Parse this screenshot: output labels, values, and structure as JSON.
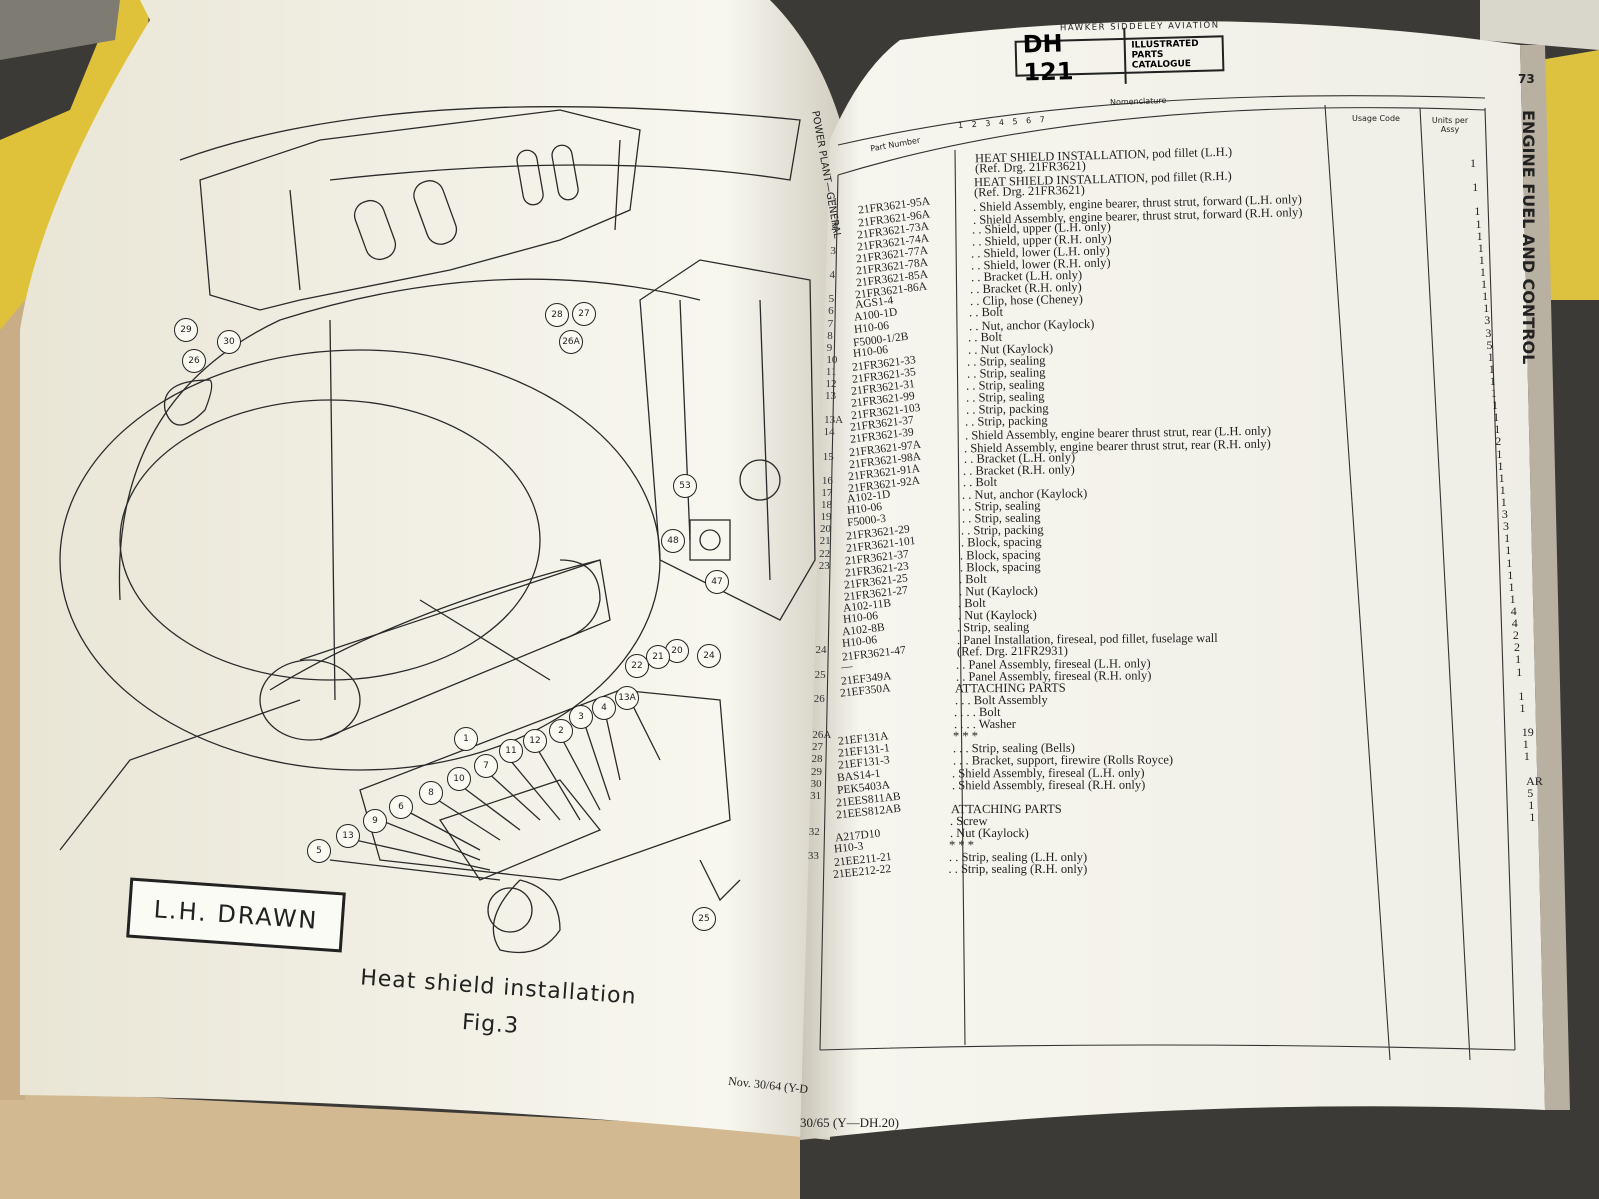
{
  "book": {
    "left_page": {
      "view_label": "L.H. DRAWN",
      "caption_line1": "Heat shield installation",
      "caption_line2": "Fig.3",
      "footer": "Nov. 30/64 (Y-D",
      "section_hint": "POWER PLANT—GENERAL"
    },
    "right_page": {
      "company": "HAWKER SIDDELEY AVIATION",
      "logo": "DH 121",
      "catalogue_title_1": "ILLUSTRATED",
      "catalogue_title_2": "PARTS CATALOGUE",
      "page_number": "73",
      "side_label": "ENGINE FUEL AND CONTROL",
      "col_part_number": "Part Number",
      "col_indent": "1 2 3 4 5 6 7",
      "col_nomenclature": "Nomenclature",
      "col_usage": "Usage Code",
      "col_units": "Units per Assy",
      "footer": "30/65 (Y—DH.20)"
    }
  },
  "parts": [
    {
      "fig": "",
      "part": "",
      "desc": "HEAT SHIELD INSTALLATION, pod fillet (L.H.)",
      "qty": "1"
    },
    {
      "fig": "",
      "part": "",
      "desc": "(Ref. Drg. 21FR3621)",
      "qty": ""
    },
    {
      "fig": "",
      "part": "",
      "desc": "HEAT SHIELD INSTALLATION, pod fillet (R.H.)",
      "qty": "1"
    },
    {
      "fig": "",
      "part": "",
      "desc": "(Ref. Drg. 21FR3621)",
      "qty": ""
    },
    {
      "fig": "1",
      "part": "21FR3621-95A",
      "desc": ". Shield Assembly, engine bearer, thrust strut, forward (L.H. only)",
      "qty": "1"
    },
    {
      "fig": "",
      "part": "21FR3621-96A",
      "desc": ". Shield Assembly, engine bearer, thrust strut, forward (R.H. only)",
      "qty": "1"
    },
    {
      "fig": "2",
      "part": "21FR3621-73A",
      "desc": ". . Shield, upper (L.H. only)",
      "qty": "1"
    },
    {
      "fig": "",
      "part": "21FR3621-74A",
      "desc": ". . Shield, upper (R.H. only)",
      "qty": "1"
    },
    {
      "fig": "3",
      "part": "21FR3621-77A",
      "desc": ". . Shield, lower (L.H. only)",
      "qty": "1"
    },
    {
      "fig": "",
      "part": "21FR3621-78A",
      "desc": ". . Shield, lower (R.H. only)",
      "qty": "1"
    },
    {
      "fig": "4",
      "part": "21FR3621-85A",
      "desc": ". . Bracket (L.H. only)",
      "qty": "1"
    },
    {
      "fig": "",
      "part": "21FR3621-86A",
      "desc": ". . Bracket (R.H. only)",
      "qty": "1"
    },
    {
      "fig": "5",
      "part": "AGS1-4",
      "desc": ". . Clip, hose (Cheney)",
      "qty": "1"
    },
    {
      "fig": "6",
      "part": "A100-1D",
      "desc": ". . Bolt",
      "qty": "3"
    },
    {
      "fig": "7",
      "part": "H10-06",
      "desc": ". . Nut, anchor (Kaylock)",
      "qty": "3"
    },
    {
      "fig": "8",
      "part": "F5000-1/2B",
      "desc": ". . Bolt",
      "qty": "5"
    },
    {
      "fig": "9",
      "part": "H10-06",
      "desc": ". . Nut (Kaylock)",
      "qty": "1"
    },
    {
      "fig": "10",
      "part": "21FR3621-33",
      "desc": ". . Strip, sealing",
      "qty": "1"
    },
    {
      "fig": "11",
      "part": "21FR3621-35",
      "desc": ". . Strip, sealing",
      "qty": "1"
    },
    {
      "fig": "12",
      "part": "21FR3621-31",
      "desc": ". . Strip, sealing",
      "qty": "1"
    },
    {
      "fig": "13",
      "part": "21FR3621-99",
      "desc": ". . Strip, sealing",
      "qty": "1"
    },
    {
      "fig": "",
      "part": "21FR3621-103",
      "desc": ". . Strip, packing",
      "qty": "1"
    },
    {
      "fig": "13A",
      "part": "21FR3621-37",
      "desc": ". . Strip, packing",
      "qty": "1"
    },
    {
      "fig": "14",
      "part": "21FR3621-39",
      "desc": ". Shield Assembly, engine bearer thrust strut, rear (L.H. only)",
      "qty": "2"
    },
    {
      "fig": "",
      "part": "21FR3621-97A",
      "desc": ". Shield Assembly, engine bearer thrust strut, rear (R.H. only)",
      "qty": "1"
    },
    {
      "fig": "15",
      "part": "21FR3621-98A",
      "desc": ". . Bracket (L.H. only)",
      "qty": "1"
    },
    {
      "fig": "",
      "part": "21FR3621-91A",
      "desc": ". . Bracket (R.H. only)",
      "qty": "1"
    },
    {
      "fig": "16",
      "part": "21FR3621-92A",
      "desc": ". . Bolt",
      "qty": "1"
    },
    {
      "fig": "17",
      "part": "A102-1D",
      "desc": ". . Nut, anchor (Kaylock)",
      "qty": "1"
    },
    {
      "fig": "18",
      "part": "H10-06",
      "desc": ". . Strip, sealing",
      "qty": "3"
    },
    {
      "fig": "19",
      "part": "F5000-3",
      "desc": ". . Strip, sealing",
      "qty": "3"
    },
    {
      "fig": "20",
      "part": "21FR3621-29",
      "desc": ". . Strip, packing",
      "qty": "1"
    },
    {
      "fig": "21",
      "part": "21FR3621-101",
      "desc": ". Block, spacing",
      "qty": "1"
    },
    {
      "fig": "22",
      "part": "21FR3621-37",
      "desc": ". Block, spacing",
      "qty": "1"
    },
    {
      "fig": "23",
      "part": "21FR3621-23",
      "desc": ". Block, spacing",
      "qty": "1"
    },
    {
      "fig": "",
      "part": "21FR3621-25",
      "desc": ". Bolt",
      "qty": "1"
    },
    {
      "fig": "",
      "part": "21FR3621-27",
      "desc": ". Nut (Kaylock)",
      "qty": "1"
    },
    {
      "fig": "",
      "part": "A102-11B",
      "desc": ". Bolt",
      "qty": "4"
    },
    {
      "fig": "",
      "part": "H10-06",
      "desc": ". Nut (Kaylock)",
      "qty": "4"
    },
    {
      "fig": "",
      "part": "A102-8B",
      "desc": ". Strip, sealing",
      "qty": "2"
    },
    {
      "fig": "",
      "part": "H10-06",
      "desc": ". Panel Installation, fireseal, pod fillet, fuselage wall",
      "qty": "2"
    },
    {
      "fig": "24",
      "part": "21FR3621-47",
      "desc": "(Ref. Drg. 21FR2931)",
      "qty": "1"
    },
    {
      "fig": "",
      "part": "—",
      "desc": ". . Panel Assembly, fireseal (L.H. only)",
      "qty": "1"
    },
    {
      "fig": "25",
      "part": "21EF349A",
      "desc": ". . Panel Assembly, fireseal (R.H. only)",
      "qty": ""
    },
    {
      "fig": "",
      "part": "21EF350A",
      "desc": "ATTACHING PARTS",
      "qty": "1"
    },
    {
      "fig": "26",
      "part": "",
      "desc": ". . . Bolt Assembly",
      "qty": "1"
    },
    {
      "fig": "",
      "part": "",
      "desc": ". . . . Bolt",
      "qty": ""
    },
    {
      "fig": "",
      "part": "",
      "desc": ". . . . Washer",
      "qty": "19"
    },
    {
      "fig": "26A",
      "part": "21EF131A",
      "desc": "* * *",
      "qty": "1"
    },
    {
      "fig": "27",
      "part": "21EF131-1",
      "desc": ". . . Strip, sealing (Bells)",
      "qty": "1"
    },
    {
      "fig": "28",
      "part": "21EF131-3",
      "desc": ". . . Bracket, support, firewire (Rolls Royce)",
      "qty": ""
    },
    {
      "fig": "29",
      "part": "BAS14-1",
      "desc": ". Shield Assembly, fireseal (L.H. only)",
      "qty": "AR"
    },
    {
      "fig": "30",
      "part": "PEK5403A",
      "desc": ". Shield Assembly, fireseal (R.H. only)",
      "qty": "5"
    },
    {
      "fig": "31",
      "part": "21EES811AB",
      "desc": "",
      "qty": "1"
    },
    {
      "fig": "",
      "part": "21EES812AB",
      "desc": "ATTACHING PARTS",
      "qty": "1"
    },
    {
      "fig": "",
      "part": "",
      "desc": ". Screw",
      "qty": ""
    },
    {
      "fig": "32",
      "part": "A217D10",
      "desc": ". Nut (Kaylock)",
      "qty": ""
    },
    {
      "fig": "",
      "part": "H10-3",
      "desc": "* * *",
      "qty": ""
    },
    {
      "fig": "33",
      "part": "21EE211-21",
      "desc": ". . Strip, sealing (L.H. only)",
      "qty": ""
    },
    {
      "fig": "",
      "part": "21EE212-22",
      "desc": ". . Strip, sealing (R.H. only)",
      "qty": ""
    }
  ],
  "callouts": [
    "1",
    "2",
    "3",
    "4",
    "5",
    "6",
    "7",
    "8",
    "9",
    "10",
    "11",
    "12",
    "13",
    "13A",
    "20",
    "21",
    "22",
    "24",
    "25",
    "26",
    "26A",
    "27",
    "28",
    "29",
    "30",
    "47",
    "48",
    "53"
  ],
  "colors": {
    "paper": "#f7f6ef",
    "ink": "#222222",
    "shelf_yellow": "#e3c63a"
  }
}
